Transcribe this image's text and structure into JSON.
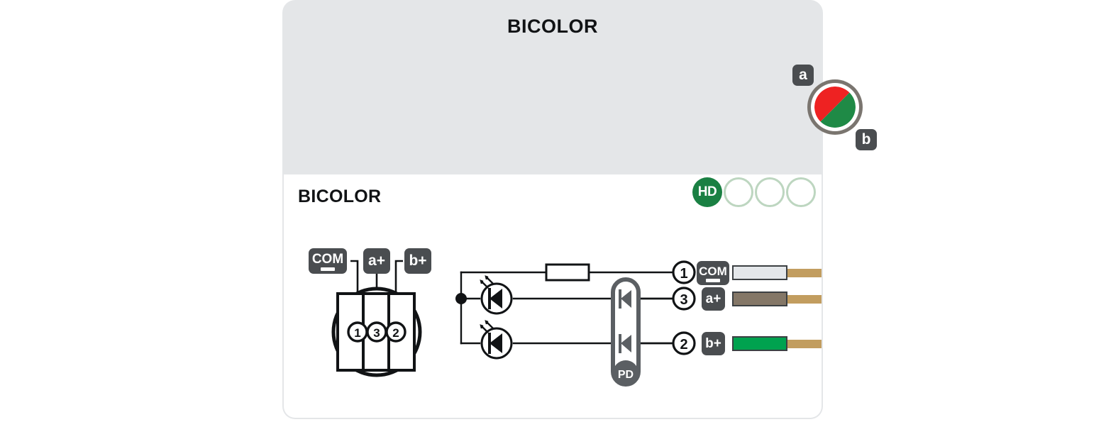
{
  "top_panel": {
    "title": "BICOLOR",
    "led": {
      "name": "bicolor-led-indicator",
      "ring_color": "#7a756f",
      "half_a_color": "#ee2222",
      "half_b_color": "#1f8a46",
      "label_a": "a",
      "label_b": "b"
    }
  },
  "bottom_panel": {
    "title": "BICOLOR",
    "status": {
      "hd_badge": "HD",
      "hd_badge_color": "#1a8043",
      "ring_color": "#bdd6c0",
      "empty_rings": 3
    },
    "connector": {
      "name": "3-pin-connector",
      "pins": [
        {
          "number": "1",
          "label": "COM"
        },
        {
          "number": "3",
          "label": "a+"
        },
        {
          "number": "2",
          "label": "b+"
        }
      ],
      "labels": [
        "COM",
        "a+",
        "b+"
      ]
    },
    "schematic": {
      "components": {
        "resistor": "resistor",
        "led_a": "led-emitter-a",
        "led_b": "led-emitter-b",
        "protection_block": "PD",
        "junction": "junction-dot"
      }
    },
    "terminals": [
      {
        "number": "1",
        "label": "COM",
        "wire_color": "#e4e7ea",
        "tip_color": "#c29d5f"
      },
      {
        "number": "3",
        "label": "a+",
        "wire_color": "#847767",
        "tip_color": "#c29d5f"
      },
      {
        "number": "2",
        "label": "b+",
        "wire_color": "#00a24f",
        "tip_color": "#c29d5f"
      }
    ]
  }
}
